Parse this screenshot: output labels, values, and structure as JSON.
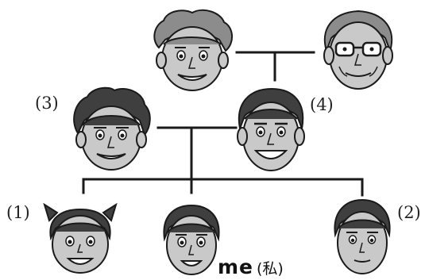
{
  "labels": {
    "l1": "(1)",
    "l2": "(2)",
    "l3": "(3)",
    "l4": "(4)",
    "me_word": "me",
    "me_kanji": "(私)"
  },
  "colors": {
    "line": "#1a1a1a",
    "skin": "#c9c9c9",
    "hair_grey": "#8c8c8c",
    "hair_dark": "#3f3f3f",
    "outline": "#1a1a1a"
  },
  "faces": [
    {
      "id": "grandmother",
      "hair": "curly-grey",
      "expression": "smile"
    },
    {
      "id": "grandfather",
      "hair": "bald-grey",
      "accessory": "glasses"
    },
    {
      "id": "mother",
      "hair": "curly-dark",
      "expression": "smile"
    },
    {
      "id": "father",
      "hair": "short-dark",
      "expression": "open-smile"
    },
    {
      "id": "sister",
      "hair": "pigtails"
    },
    {
      "id": "me",
      "hair": "short-dark"
    },
    {
      "id": "brother",
      "hair": "short-dark"
    }
  ]
}
